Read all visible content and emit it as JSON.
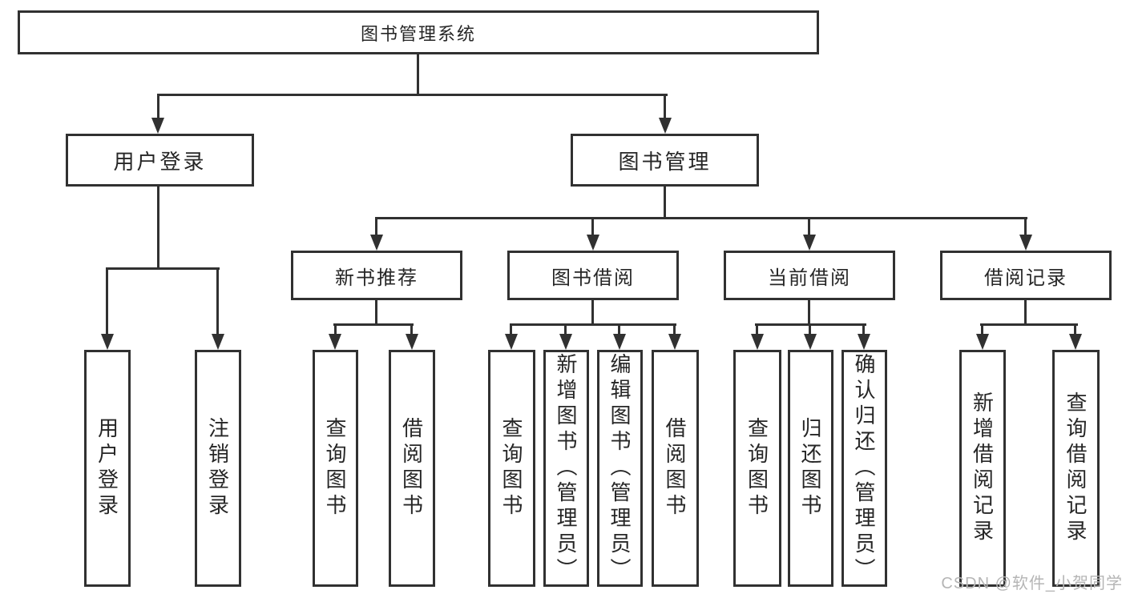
{
  "diagram": {
    "root": {
      "label": "图书管理系统"
    },
    "branches": [
      {
        "label": "用户登录",
        "leaves": [
          {
            "label": "用户登录"
          },
          {
            "label": "注销登录"
          }
        ]
      },
      {
        "label": "图书管理",
        "groups": [
          {
            "label": "新书推荐",
            "leaves": [
              {
                "label": "查询图书"
              },
              {
                "label": "借阅图书"
              }
            ]
          },
          {
            "label": "图书借阅",
            "leaves": [
              {
                "label": "查询图书"
              },
              {
                "label": "新增图书（管理员）"
              },
              {
                "label": "编辑图书（管理员）"
              },
              {
                "label": "借阅图书"
              }
            ]
          },
          {
            "label": "当前借阅",
            "leaves": [
              {
                "label": "查询图书"
              },
              {
                "label": "归还图书"
              },
              {
                "label": "确认归还（管理员）"
              }
            ]
          },
          {
            "label": "借阅记录",
            "leaves": [
              {
                "label": "新增借阅记录"
              },
              {
                "label": "查询借阅记录"
              }
            ]
          }
        ]
      }
    ],
    "watermark": "CSDN @软件_小贺同学",
    "colors": {
      "line": "#313131",
      "text": "#262626",
      "watermark": "#b5b5b5",
      "background": "#ffffff"
    }
  }
}
